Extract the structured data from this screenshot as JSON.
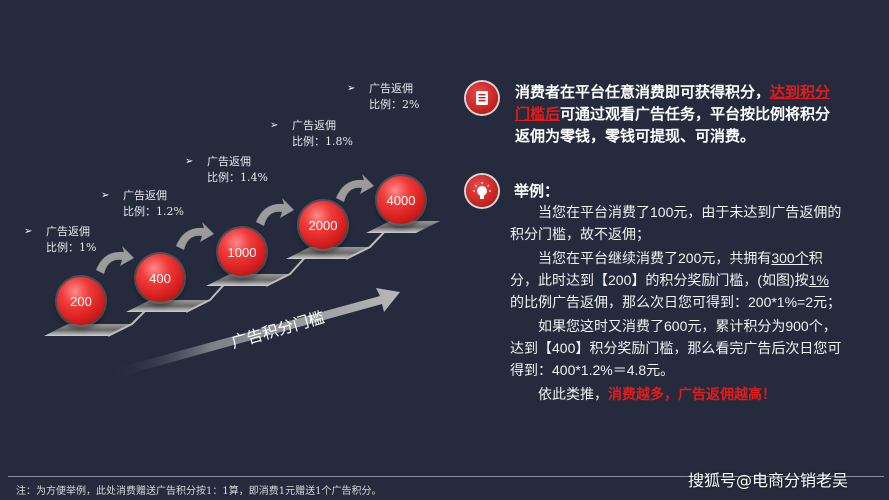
{
  "diagram": {
    "axis_label": "广告积分门槛",
    "tiers": [
      {
        "threshold": "200",
        "label_line1": "广告返佣",
        "label_line2": "比例：1%"
      },
      {
        "threshold": "400",
        "label_line1": "广告返佣",
        "label_line2": "比例：1.2%"
      },
      {
        "threshold": "1000",
        "label_line1": "广告返佣",
        "label_line2": "比例：1.4%"
      },
      {
        "threshold": "2000",
        "label_line1": "广告返佣",
        "label_line2": "比例：1.8%"
      },
      {
        "threshold": "4000",
        "label_line1": "广告返佣",
        "label_line2": "比例：2%"
      }
    ],
    "bullet_glyph": "➢"
  },
  "intro": {
    "icon": "document-icon",
    "text_before": "消费者在平台任意消费即可获得积分，",
    "text_highlight": "达到积分门槛后",
    "text_after": "可通过观看广告任务，平台按比例将积分返佣为零钱，零钱可提现、可消费。",
    "highlight_color": "#e31b1b"
  },
  "example": {
    "icon": "lightbulb-icon",
    "title": "举例：",
    "p1": "当您在平台消费了100元，由于未达到广告返佣的积分门槛，故不返佣；",
    "p2_a": "当您在平台继续消费了200元，共拥有",
    "p2_u": "300个",
    "p2_b": "积分，此时达到【200】的积分奖励门槛，(如图)按",
    "p2_u2": "1%",
    "p2_c": "的比例广告返佣，那么次日您可得到：200*1%=2元；",
    "p3": "如果您这时又消费了600元，累计积分为900个，达到【400】积分奖励门槛，那么看完广告后次日您可得到：400*1.2%＝4.8元。",
    "p4_a": "依此类推，",
    "p4_red": "消费越多，广告返佣越高！"
  },
  "footer": {
    "note": "注：为方便举例，此处消费赠送广告积分按1：1算，即消费1元赠送1个广告积分。",
    "watermark": "搜狐号@电商分销老吴"
  },
  "colors": {
    "background": "#252b3d",
    "accent_red": "#e31b1b"
  }
}
